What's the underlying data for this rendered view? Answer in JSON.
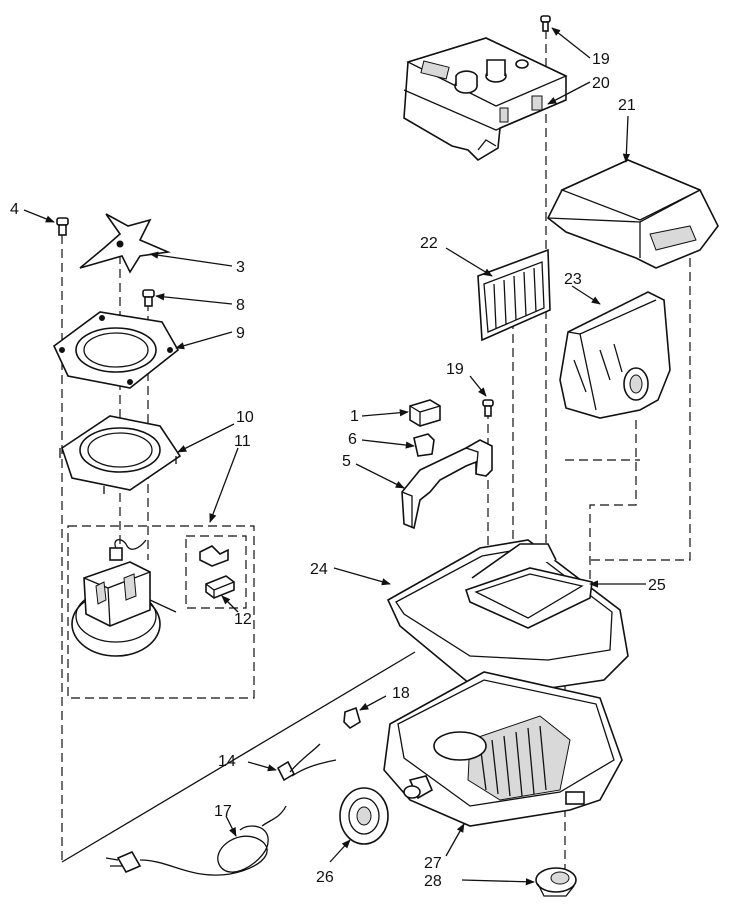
{
  "labels": {
    "l1": "1",
    "l3": "3",
    "l4": "4",
    "l5": "5",
    "l6": "6",
    "l8": "8",
    "l9": "9",
    "l10": "10",
    "l11": "11",
    "l12": "12",
    "l14": "14",
    "l17": "17",
    "l18": "18",
    "l19a": "19",
    "l19b": "19",
    "l20": "20",
    "l21": "21",
    "l22": "22",
    "l23": "23",
    "l24": "24",
    "l25": "25",
    "l26": "26",
    "l27": "27",
    "l28": "28"
  }
}
